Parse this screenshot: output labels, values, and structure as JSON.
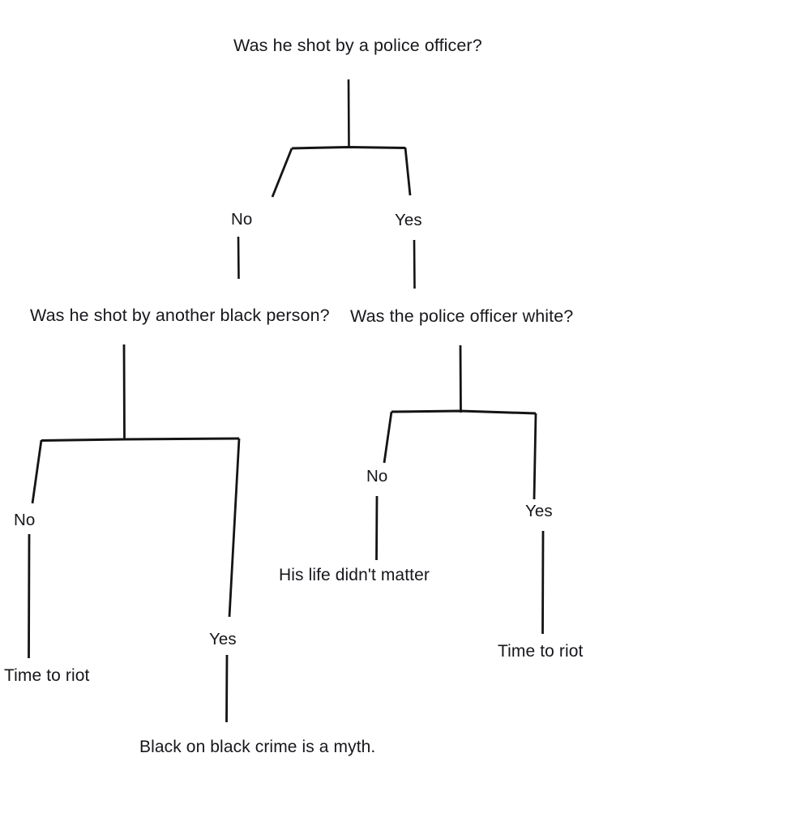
{
  "diagram": {
    "title": "Was he shot by a police officer?",
    "background_color": "#ffffff",
    "line_color": "#141414",
    "text_color": "#17171c",
    "type": "decision-tree-flowchart",
    "nodes": {
      "root_question": "Was he shot by a police officer?",
      "root_branch_no": "No",
      "root_branch_yes": "Yes",
      "left_question": "Was he shot by another black person?",
      "right_question": "Was the police officer white?",
      "left_branch_no": "No",
      "left_branch_yes": "Yes",
      "right_branch_no": "No",
      "right_branch_yes": "Yes",
      "outcome_left_no": "Time to riot",
      "outcome_left_yes": "Black on black crime is a myth.",
      "outcome_right_no": "His life didn't matter",
      "outcome_right_yes": "Time to riot"
    }
  }
}
